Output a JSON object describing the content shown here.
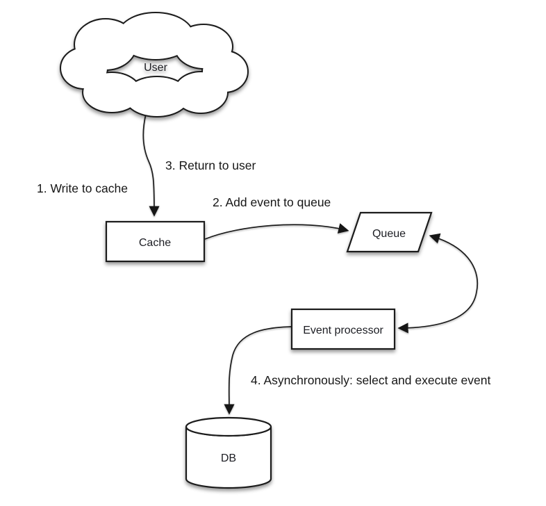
{
  "diagram": {
    "type": "flowchart",
    "nodes": {
      "user": {
        "label": "User",
        "shape": "cloud"
      },
      "cache": {
        "label": "Cache",
        "shape": "rectangle"
      },
      "queue": {
        "label": "Queue",
        "shape": "parallelogram"
      },
      "event_processor": {
        "label": "Event processor",
        "shape": "rectangle"
      },
      "db": {
        "label": "DB",
        "shape": "cylinder"
      }
    },
    "steps": {
      "step1": "1. Write to cache",
      "step2": "2. Add event to queue",
      "step3": "3. Return to user",
      "step4": "4. Asynchronously: select and execute event"
    },
    "edges": [
      {
        "from": "user",
        "to": "cache",
        "arrowheads": "end"
      },
      {
        "from": "cache",
        "to": "queue",
        "arrowheads": "end"
      },
      {
        "from": "queue",
        "to": "event_processor",
        "arrowheads": "both"
      },
      {
        "from": "event_processor",
        "to": "db",
        "arrowheads": "end"
      }
    ],
    "colors": {
      "background": "#ffffff",
      "line": "#1a1a1a",
      "shape_fill": "#ffffff",
      "text": "#1c1f24"
    }
  }
}
